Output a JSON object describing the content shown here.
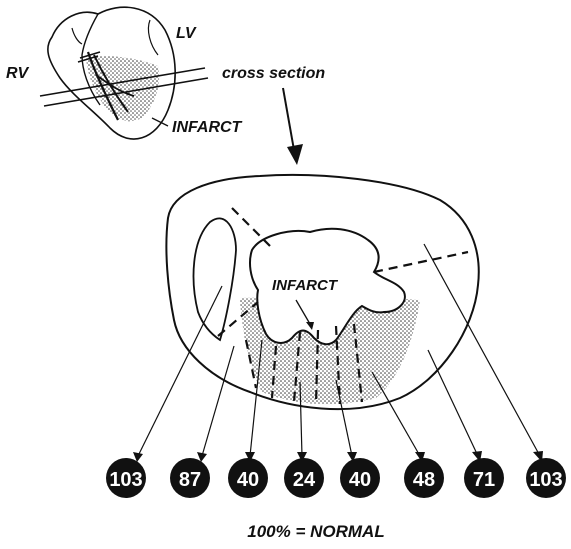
{
  "labels": {
    "rv": "RV",
    "lv": "LV",
    "cross_section": "cross section",
    "infarct_small": "INFARCT",
    "infarct_main": "INFARCT",
    "normal_note": "100% = NORMAL"
  },
  "segments": [
    {
      "value": "103"
    },
    {
      "value": "87"
    },
    {
      "value": "40"
    },
    {
      "value": "24"
    },
    {
      "value": "40"
    },
    {
      "value": "48"
    },
    {
      "value": "71"
    },
    {
      "value": "103"
    }
  ]
}
